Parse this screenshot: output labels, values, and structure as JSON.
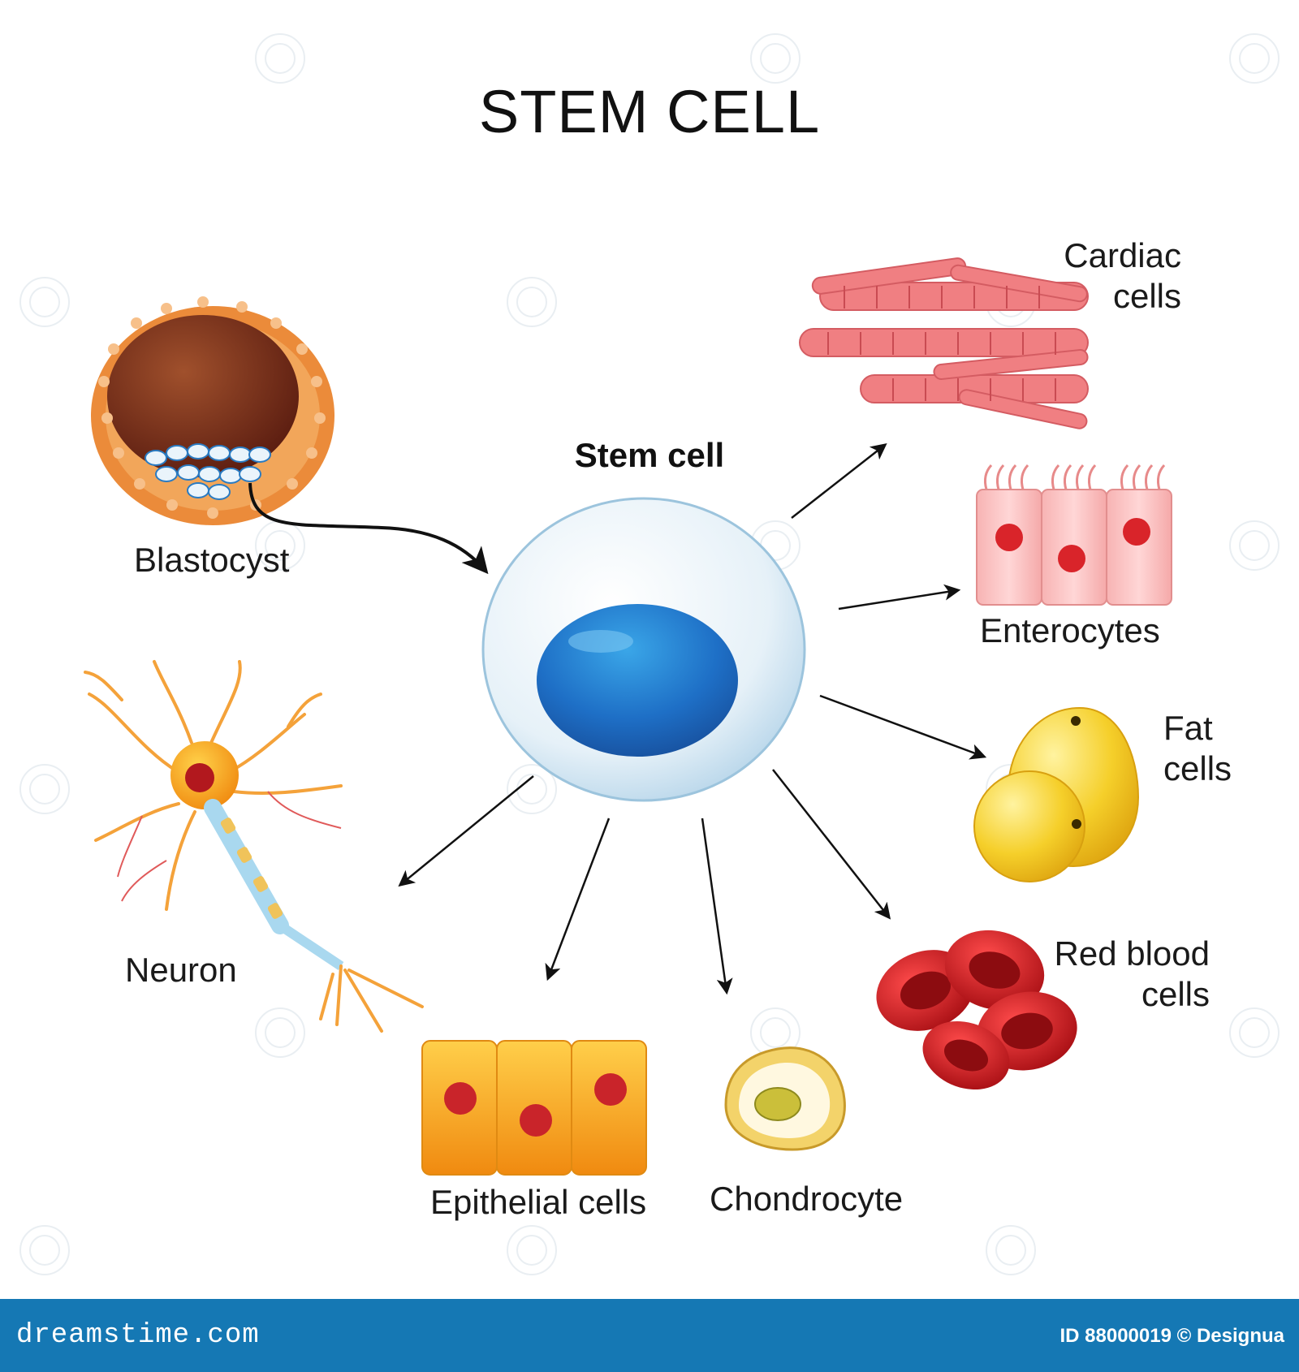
{
  "title": "STEM CELL",
  "center": {
    "label": "Stem cell"
  },
  "source": {
    "label": "Blastocyst"
  },
  "targets": [
    {
      "id": "cardiac",
      "label_lines": [
        "Cardiac",
        "cells"
      ]
    },
    {
      "id": "enterocytes",
      "label_lines": [
        "Enterocytes"
      ]
    },
    {
      "id": "fat",
      "label_lines": [
        "Fat",
        "cells"
      ]
    },
    {
      "id": "rbc",
      "label_lines": [
        "Red blood",
        "cells"
      ]
    },
    {
      "id": "chondrocyte",
      "label_lines": [
        "Chondrocyte"
      ]
    },
    {
      "id": "epithelial",
      "label_lines": [
        "Epithelial cells"
      ]
    },
    {
      "id": "neuron",
      "label_lines": [
        "Neuron"
      ]
    }
  ],
  "footer": {
    "brand": "dreamstime.com",
    "id_text": "ID 88000019 © Designua"
  },
  "colors": {
    "footer_bg": "#1578b4",
    "nucleus": "#1e6fc6",
    "cardiac": "#f08a8a",
    "enterocyte": "#f6b8b8",
    "fat": "#f5cf2a",
    "rbc": "#c8161d",
    "epithelial": "#f7a820",
    "neuron": "#f5a623",
    "blastocyst": "#e07a2a"
  }
}
